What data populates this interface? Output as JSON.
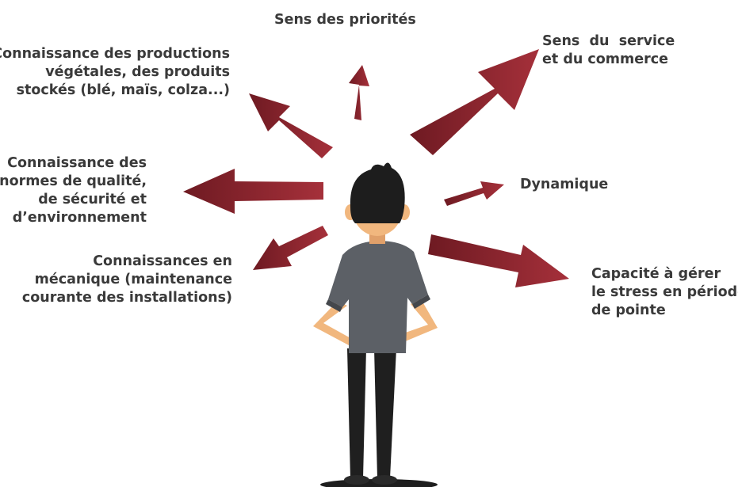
{
  "colors": {
    "arrow": "#8e2730",
    "arrow_dark": "#6e1a22",
    "text": "#3a3a3a"
  },
  "labels": {
    "priorities": [
      "Sens des priorités"
    ],
    "service": [
      "Sens  du  service",
      "et du commerce"
    ],
    "productions": [
      "Connaissance des productions",
      "végétales, des produits",
      "stockés (blé, maïs, colza...)"
    ],
    "normes": [
      "Connaissance des",
      "normes de qualité,",
      "de sécurité et",
      "d’environnement"
    ],
    "dynamique": [
      "Dynamique"
    ],
    "mecanique": [
      "Connaissances en",
      "mécanique (maintenance",
      "courante des installations)"
    ],
    "stress": [
      "Capacité à gérer",
      "le stress en période",
      "de pointe"
    ]
  }
}
